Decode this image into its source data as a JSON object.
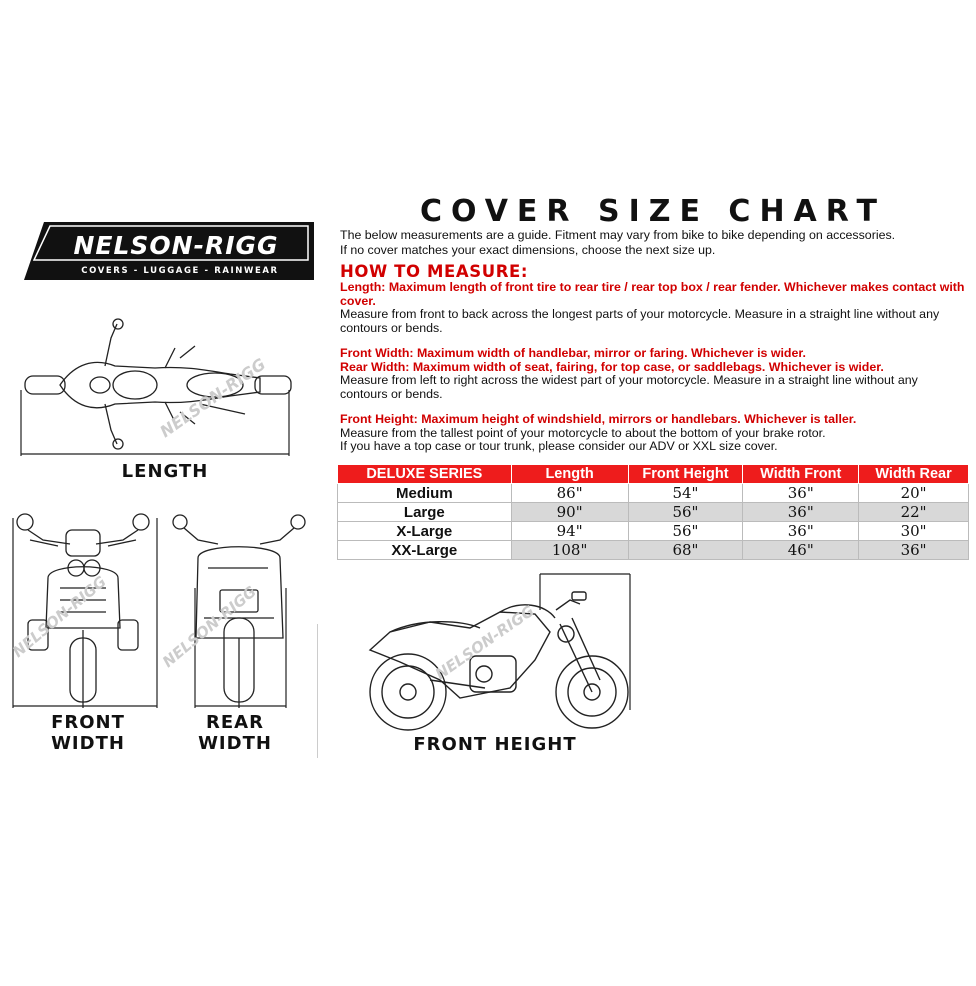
{
  "logo": {
    "brand": "NELSON-RIGG",
    "tagline": "COVERS - LUGGAGE - RAINWEAR"
  },
  "title": "COVER SIZE CHART",
  "intro": [
    "The below measurements are a guide. Fitment may vary from bike to bike depending on accessories.",
    "If no cover matches your exact dimensions, choose the next size up."
  ],
  "how_to_measure": "HOW TO MEASURE:",
  "length_section": {
    "red": "Length: Maximum length of front tire to rear tire / rear top box / rear fender. Whichever makes contact with cover.",
    "body": "Measure from front to back across the longest parts of your motorcycle. Measure in a straight line without any contours or bends."
  },
  "width_section": {
    "red1": "Front Width: Maximum width of handlebar, mirror or faring. Whichever is wider.",
    "red2": "Rear Width: Maximum width of seat, fairing, for top case, or saddlebags. Whichever is wider.",
    "body": "Measure from left to right across the widest part of your motorcycle. Measure in a straight line without any contours or bends."
  },
  "height_section": {
    "red": "Front Height: Maximum height of windshield, mirrors or handlebars. Whichever is taller.",
    "body1": "Measure from the tallest point of your motorcycle to about the bottom of your brake rotor.",
    "body2": "If you have a top case or tour trunk, please consider our ADV or XXL size cover."
  },
  "table": {
    "headers": [
      "DELUXE SERIES",
      "Length",
      "Front Height",
      "Width Front",
      "Width Rear"
    ],
    "rows": [
      {
        "size": "Medium",
        "length": "86\"",
        "front_height": "54\"",
        "width_front": "36\"",
        "width_rear": "20\""
      },
      {
        "size": "Large",
        "length": "90\"",
        "front_height": "56\"",
        "width_front": "36\"",
        "width_rear": "22\""
      },
      {
        "size": "X-Large",
        "length": "94\"",
        "front_height": "56\"",
        "width_front": "36\"",
        "width_rear": "30\""
      },
      {
        "size": "XX-Large",
        "length": "108\"",
        "front_height": "68\"",
        "width_front": "46\"",
        "width_rear": "36\""
      }
    ]
  },
  "captions": {
    "length": "LENGTH",
    "front_width_1": "FRONT",
    "front_width_2": "WIDTH",
    "rear_width_1": "REAR",
    "rear_width_2": "WIDTH",
    "front_height": "FRONT HEIGHT"
  },
  "colors": {
    "accent_red": "#d10000",
    "header_red": "#ee1c1c",
    "logo_black": "#111111"
  }
}
